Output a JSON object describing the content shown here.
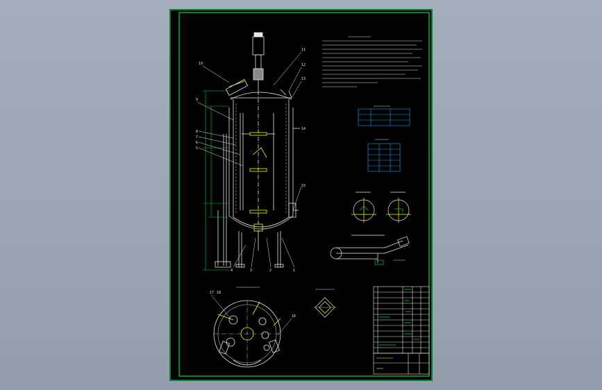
{
  "drawing": {
    "colors": {
      "background": "#000000",
      "frame": "#00ff66",
      "vessel": "#e8e8e8",
      "accent": "#ffff00",
      "dimension": "#00cc44",
      "table": "#00aaff"
    },
    "balloons": {
      "b11": "11",
      "b12": "12",
      "b13": "13",
      "b14": "14",
      "b15": "15",
      "b16": "16",
      "b17": "17",
      "b18": "18",
      "b19": "19",
      "b1": "1",
      "b2": "2",
      "b3": "3",
      "b4": "4",
      "b5": "5",
      "b6": "6",
      "b7": "7",
      "b8": "8",
      "b9": "9"
    },
    "icons": [
      "agitator-motor-icon",
      "manhole-icon",
      "sight-glass-icon",
      "support-leg-icon"
    ]
  }
}
